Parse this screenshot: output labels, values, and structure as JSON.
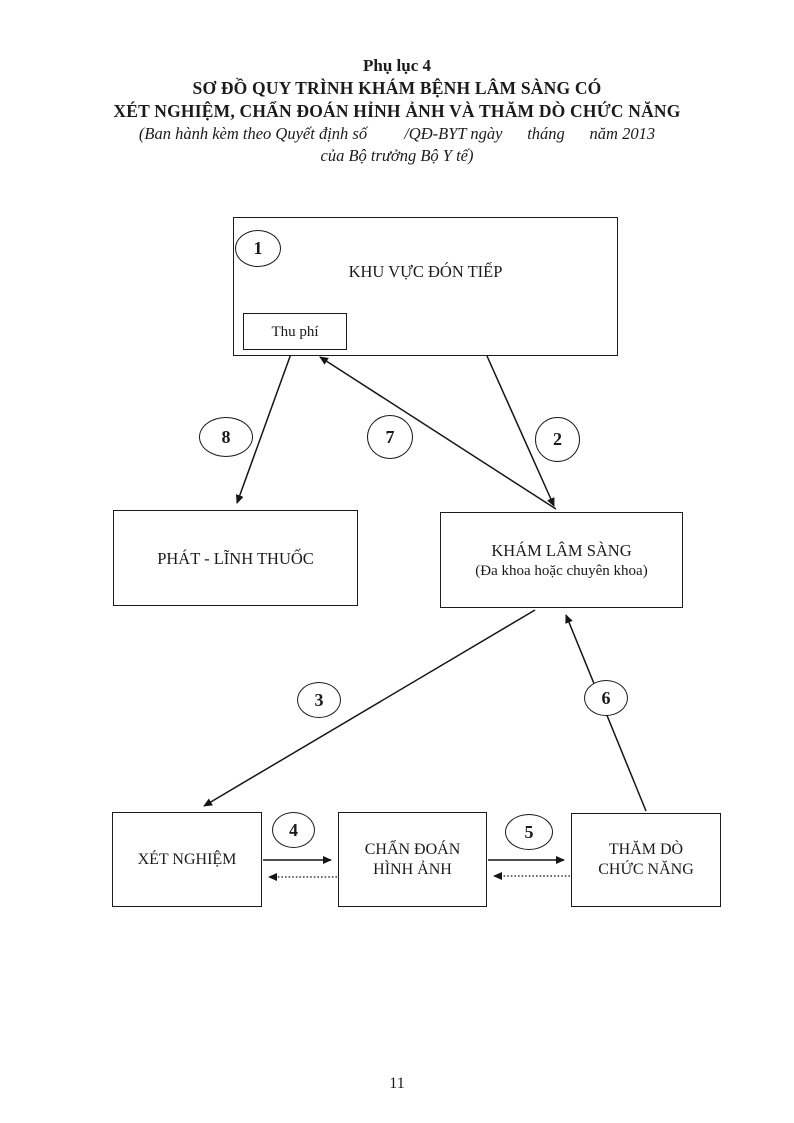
{
  "page": {
    "appendix": "Phụ lục 4",
    "title_line1": "SƠ ĐỒ QUY TRÌNH KHÁM BỆNH LÂM SÀNG CÓ",
    "title_line2": "XÉT NGHIỆM, CHẨN ĐOÁN HỈNH ẢNH VÀ THĂM DÒ CHỨC NĂNG",
    "issuance_line1": "(Ban hành kèm theo Quyết định số         /QĐ-BYT ngày      tháng      năm 2013",
    "issuance_line2": "của Bộ trưởng Bộ Y tế)",
    "page_number": "11"
  },
  "diagram": {
    "reception_label": "KHU VỰC ĐÓN TIẾP",
    "fee_label": "Thu phí",
    "pharmacy_label": "PHÁT - LĨNH THUỐC",
    "exam_label_line1": "KHÁM LÂM SÀNG",
    "exam_label_line2": "(Đa khoa hoặc chuyên khoa)",
    "lab_label": "XÉT NGHIỆM",
    "imaging_label_line1": "CHẨN ĐOÁN",
    "imaging_label_line2": "HÌNH ẢNH",
    "functional_label_line1": "THĂM DÒ",
    "functional_label_line2": "CHỨC NĂNG",
    "steps": [
      "1",
      "2",
      "3",
      "4",
      "5",
      "6",
      "7",
      "8"
    ],
    "line_color": "#151515"
  }
}
